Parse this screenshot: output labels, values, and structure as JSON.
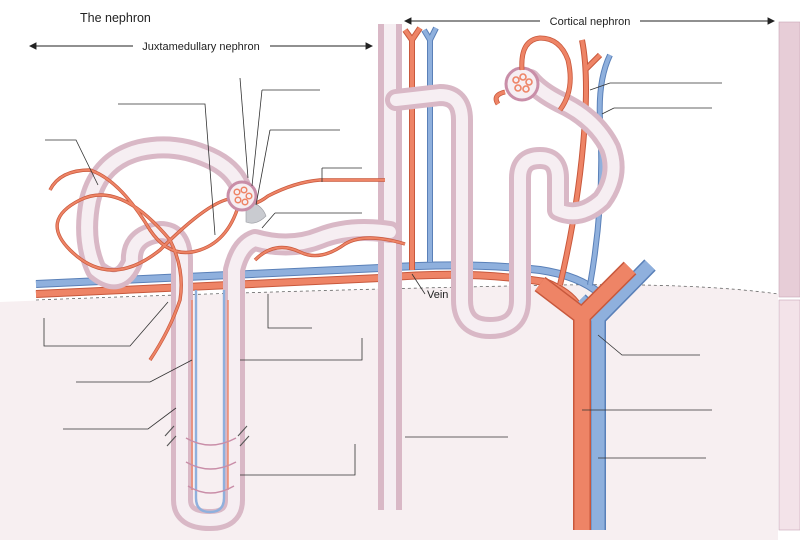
{
  "title": "The nephron",
  "juxtamedullary_label": "Juxtamedullary nephron",
  "cortical_label": "Cortical nephron",
  "vein_label": "Vein",
  "colors": {
    "artery": "#ee8466",
    "artery_edge": "#c8583c",
    "vein": "#8fb0dd",
    "vein_edge": "#5a80b8",
    "tubule_outer": "#d9b8c6",
    "tubule_inner": "#f6eef2",
    "medulla": "#f7eff1",
    "side_bar_top": "#e7cdd7",
    "side_bar_bottom": "#f3e3e9"
  },
  "icons": [
    "double-arrow-icon",
    "capsule-icon",
    "break-mark-icon"
  ]
}
